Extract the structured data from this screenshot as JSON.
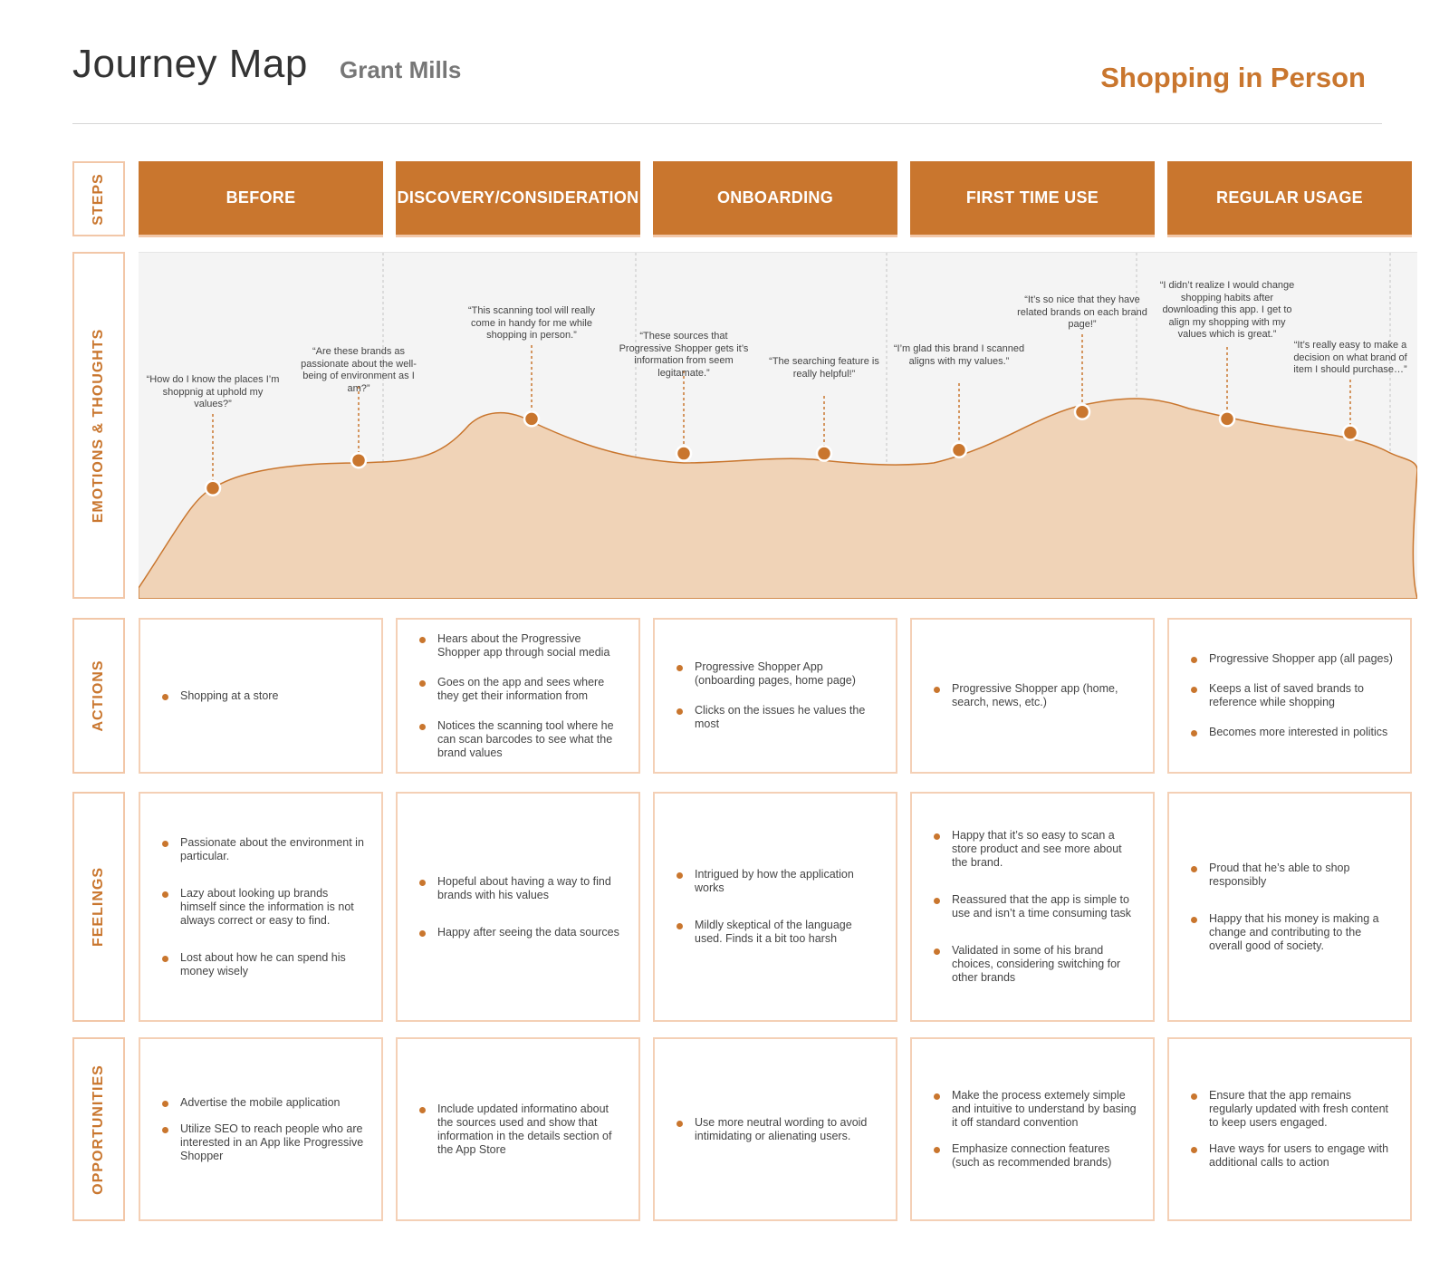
{
  "header": {
    "title": "Journey Map",
    "persona": "Grant Mills",
    "context": "Shopping in Person"
  },
  "row_labels": {
    "steps": "STEPS",
    "emotions": "EMOTIONS & THOUGHTS",
    "actions": "ACTIONS",
    "feelings": "FEELINGS",
    "opportunities": "OPPORTUNITIES"
  },
  "steps": [
    "BEFORE",
    "DISCOVERY/CONSIDERATION",
    "ONBOARDING",
    "FIRST TIME USE",
    "REGULAR USAGE"
  ],
  "emotion_points": [
    {
      "quote": "“How do I know the places I’m shoppnig at uphold my values?”",
      "level": 0.32
    },
    {
      "quote": "“Are these brands as passionate about the well-being of environment as I am?”",
      "level": 0.4
    },
    {
      "quote": "“This scanning tool will really come in handy for me while shopping in person.”",
      "level": 0.52
    },
    {
      "quote": "“These sources that Progressive Shopper gets it’s information from seem legitamate.”",
      "level": 0.42
    },
    {
      "quote": "“The searching feature is really helpful!”",
      "level": 0.42
    },
    {
      "quote": "“I’m glad this brand I scanned aligns with my values.”",
      "level": 0.43
    },
    {
      "quote": "“It’s so nice that they have related brands on each brand page!”",
      "level": 0.54
    },
    {
      "quote": "“I didn’t realize I would change shopping habits after downloading this app. I get to align my shopping with my values which is great.”",
      "level": 0.52
    },
    {
      "quote": "“It’s really easy to make a decision on what brand of item I should purchase…”",
      "level": 0.48
    }
  ],
  "actions": [
    [
      "Shopping at a store"
    ],
    [
      "Hears about the Progressive Shopper app through social media",
      "Goes on the app and sees where they get their information from",
      "Notices the scanning tool where he can scan barcodes to see what the brand values"
    ],
    [
      "Progressive Shopper App (onboarding pages, home page)",
      "Clicks on the issues he values the most"
    ],
    [
      "Progressive Shopper app (home, search, news, etc.)"
    ],
    [
      "Progressive Shopper app (all pages)",
      "Keeps a list of saved brands to reference while shopping",
      "Becomes more interested in politics"
    ]
  ],
  "feelings": [
    [
      "Passionate about the environment in particular.",
      "Lazy about looking up brands himself since the information is not always correct or easy to find.",
      "Lost about how he can spend his money wisely"
    ],
    [
      "Hopeful about having a way to find brands with his values",
      "Happy after seeing the data sources"
    ],
    [
      "Intrigued by how the application works",
      "Mildly skeptical of the language used. Finds it a bit too harsh"
    ],
    [
      "Happy that it’s so easy to scan a store product and see more about the brand.",
      "Reassured that the app is simple to use and isn’t a time consuming task",
      "Validated in some of his brand choices, considering switching for other brands"
    ],
    [
      "Proud that he’s able to shop responsibly",
      "Happy that his money is making a change and contributing to the overall good of society."
    ]
  ],
  "opportunities": [
    [
      "Advertise the mobile application",
      "Utilize SEO to reach people who are interested in an App like Progressive Shopper"
    ],
    [
      "Include updated informatino about the sources used and show that information in the details section of the App Store"
    ],
    [
      "Use more neutral wording to avoid intimidating or alienating users."
    ],
    [
      "Make the process extemely simple and intuitive to understand by basing it off standard convention",
      "Emphasize connection features (such as recommended brands)"
    ],
    [
      "Ensure that the app remains regularly updated with fresh content to keep users engaged.",
      "Have ways for users to engage with additional calls to action"
    ]
  ],
  "colors": {
    "accent": "#c9762e",
    "accent_light": "#f2d4b8",
    "border": "#f4d0b6",
    "panel": "#f4f4f4"
  }
}
